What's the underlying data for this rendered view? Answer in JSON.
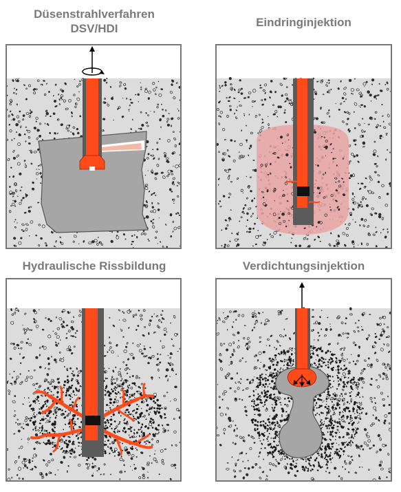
{
  "panels": [
    {
      "title_line1": "Düsenstrahlverfahren",
      "title_line2": "DSV/HDI"
    },
    {
      "title_line1": "Eindringinjektion",
      "title_line2": ""
    },
    {
      "title_line1": "Hydraulische Rissbildung",
      "title_line2": ""
    },
    {
      "title_line1": "Verdichtungsinjektion",
      "title_line2": ""
    }
  ],
  "colors": {
    "soil": "#dcdcdc",
    "grout": "#a6a6a6",
    "injection_pipe": "#ff4a1a",
    "casing": "#5b5b5b",
    "permeation_zone": "#e9a3a3",
    "frame": "#777777",
    "title": "#7a7a7a"
  },
  "icons": {
    "lift_arrow": "arrow-up-icon",
    "rotation": "rotate-icon"
  }
}
